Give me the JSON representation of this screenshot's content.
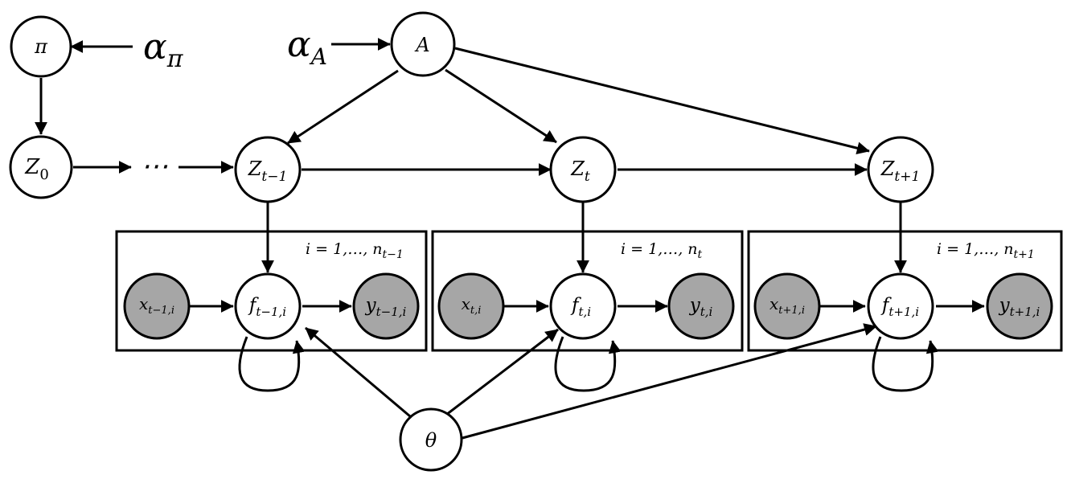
{
  "colors": {
    "observed_fill": "#a6a6a6",
    "stroke": "#000000"
  },
  "hyper": {
    "alpha_pi": {
      "base": "α",
      "sub": "π"
    },
    "alpha_a": {
      "base": "α",
      "sub": "A"
    }
  },
  "nodes": {
    "pi": {
      "base": "π",
      "sub": ""
    },
    "a": {
      "base": "A",
      "sub": ""
    },
    "z0": {
      "base": "Z",
      "sub": "0"
    },
    "ellipsis": "⋯",
    "z_prev": {
      "base": "Z",
      "sub": "t−1"
    },
    "z_t": {
      "base": "Z",
      "sub": "t"
    },
    "z_next": {
      "base": "Z",
      "sub": "t+1"
    },
    "x_prev": {
      "base": "x",
      "sub": "t−1,i"
    },
    "f_prev": {
      "base": "f",
      "sub": "t−1,i"
    },
    "y_prev": {
      "base": "y",
      "sub": "t−1,i"
    },
    "x_t": {
      "base": "x",
      "sub": "t,i"
    },
    "f_t": {
      "base": "f",
      "sub": "t,i"
    },
    "y_t": {
      "base": "y",
      "sub": "t,i"
    },
    "x_next": {
      "base": "x",
      "sub": "t+1,i"
    },
    "f_next": {
      "base": "f",
      "sub": "t+1,i"
    },
    "y_next": {
      "base": "y",
      "sub": "t+1,i"
    },
    "theta": {
      "base": "θ",
      "sub": ""
    }
  },
  "plates": {
    "prev": {
      "base": "i = 1,…, n",
      "sub": "t−1"
    },
    "t": {
      "base": "i = 1,…, n",
      "sub": "t"
    },
    "next": {
      "base": "i = 1,…, n",
      "sub": "t+1"
    }
  }
}
